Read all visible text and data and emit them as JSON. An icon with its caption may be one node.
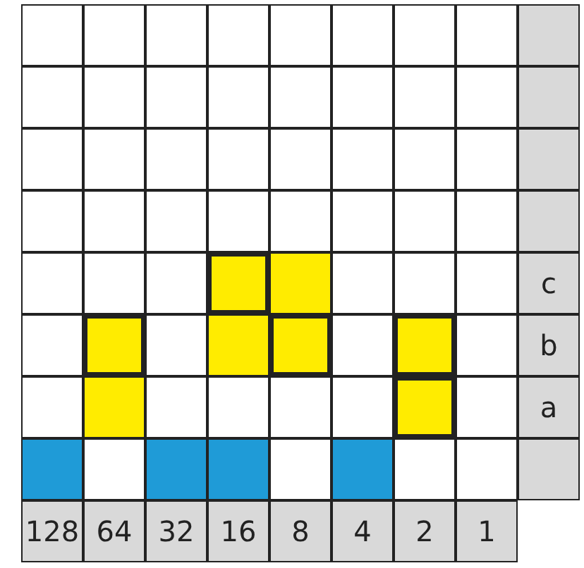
{
  "diagram": {
    "labels": [
      "c",
      "b",
      "a",
      "128",
      "64",
      "32",
      "16",
      "8",
      "4",
      "2",
      "1"
    ]
  }
}
